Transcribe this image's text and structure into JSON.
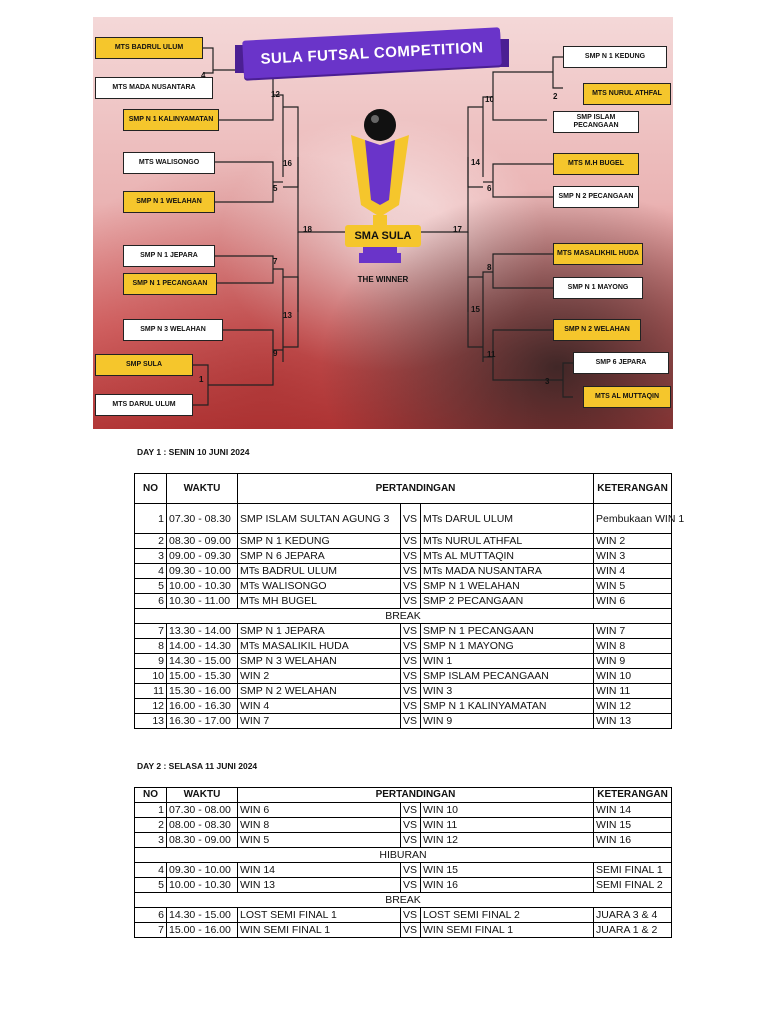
{
  "poster": {
    "banner": "SULA FUTSAL COMPETITION",
    "champion": "SMA SULA",
    "winner_caption": "THE WINNER",
    "left_teams": [
      "MTS BADRUL ULUM",
      "MTS MADA NUSANTARA",
      "SMP N 1 KALINYAMATAN",
      "MTS WALISONGO",
      "SMP N 1 WELAHAN",
      "SMP N 1 JEPARA",
      "SMP N 1 PECANGAAN",
      "SMP N 3 WELAHAN",
      "SMP SULA",
      "MTS DARUL ULUM"
    ],
    "right_teams": [
      "SMP N 1 KEDUNG",
      "MTS NURUL ATHFAL",
      "SMP ISLAM PECANGAAN",
      "MTS M.H BUGEL",
      "SMP N 2 PECANGAAN",
      "MTS MASALIKHIL HUDA",
      "SMP N 1 MAYONG",
      "SMP N 2 WELAHAN",
      "SMP 6 JEPARA",
      "MTS AL MUTTAQIN"
    ],
    "left_match_numbers": [
      "4",
      "12",
      "16",
      "5",
      "18",
      "7",
      "13",
      "9",
      "1"
    ],
    "right_match_numbers": [
      "10",
      "2",
      "14",
      "6",
      "17",
      "8",
      "15",
      "11",
      "3"
    ]
  },
  "day1": {
    "title": "DAY 1 : SENIN 10 JUNI 2024",
    "headers": {
      "no": "NO",
      "time": "WAKTU",
      "match": "PERTANDINGAN",
      "note": "KETERANGAN"
    },
    "rows": [
      {
        "no": "1",
        "time": "07.30 - 08.30",
        "home": "SMP ISLAM SULTAN AGUNG 3",
        "vs": "VS",
        "away": "MTs DARUL ULUM",
        "note": "Pembukaan WIN 1"
      },
      {
        "no": "2",
        "time": "08.30 - 09.00",
        "home": "SMP N 1 KEDUNG",
        "vs": "VS",
        "away": "MTs NURUL ATHFAL",
        "note": "WIN 2"
      },
      {
        "no": "3",
        "time": "09.00 - 09.30",
        "home": "SMP N 6 JEPARA",
        "vs": "VS",
        "away": "MTs AL MUTTAQIN",
        "note": "WIN 3"
      },
      {
        "no": "4",
        "time": "09.30 - 10.00",
        "home": "MTs BADRUL ULUM",
        "vs": "VS",
        "away": "MTs MADA NUSANTARA",
        "note": "WIN 4"
      },
      {
        "no": "5",
        "time": "10.00 - 10.30",
        "home": "MTs WALISONGO",
        "vs": "VS",
        "away": "SMP N 1 WELAHAN",
        "note": "WIN 5"
      },
      {
        "no": "6",
        "time": "10.30 - 11.00",
        "home": "MTs MH BUGEL",
        "vs": "VS",
        "away": "SMP 2 PECANGAAN",
        "note": "WIN 6"
      }
    ],
    "break_label": "BREAK",
    "rows2": [
      {
        "no": "7",
        "time": "13.30 - 14.00",
        "home": "SMP N 1 JEPARA",
        "vs": "VS",
        "away": "SMP N 1 PECANGAAN",
        "note": "WIN 7"
      },
      {
        "no": "8",
        "time": "14.00 - 14.30",
        "home": "MTs MASALIKIL HUDA",
        "vs": "VS",
        "away": "SMP N 1 MAYONG",
        "note": "WIN 8"
      },
      {
        "no": "9",
        "time": "14.30 - 15.00",
        "home": "SMP N 3 WELAHAN",
        "vs": "VS",
        "away": "WIN 1",
        "note": "WIN 9"
      },
      {
        "no": "10",
        "time": "15.00 - 15.30",
        "home": "WIN 2",
        "vs": "VS",
        "away": "SMP ISLAM PECANGAAN",
        "note": "WIN 10"
      },
      {
        "no": "11",
        "time": "15.30 - 16.00",
        "home": "SMP N 2 WELAHAN",
        "vs": "VS",
        "away": "WIN 3",
        "note": "WIN 11"
      },
      {
        "no": "12",
        "time": "16.00 - 16.30",
        "home": "WIN 4",
        "vs": "VS",
        "away": "SMP N 1 KALINYAMATAN",
        "note": "WIN 12"
      },
      {
        "no": "13",
        "time": "16.30 - 17.00",
        "home": "WIN 7",
        "vs": "VS",
        "away": "WIN 9",
        "note": "WIN 13"
      }
    ]
  },
  "day2": {
    "title": "DAY 2 : SELASA 11 JUNI 2024",
    "headers": {
      "no": "NO",
      "time": "WAKTU",
      "match": "PERTANDINGAN",
      "note": "KETERANGAN"
    },
    "rows": [
      {
        "no": "1",
        "time": "07.30 - 08.00",
        "home": "WIN 6",
        "vs": "VS",
        "away": "WIN 10",
        "note": "WIN 14"
      },
      {
        "no": "2",
        "time": "08.00 - 08.30",
        "home": "WIN 8",
        "vs": "VS",
        "away": "WIN 11",
        "note": "WIN 15"
      },
      {
        "no": "3",
        "time": "08.30 - 09.00",
        "home": "WIN 5",
        "vs": "VS",
        "away": "WIN 12",
        "note": "WIN 16"
      }
    ],
    "interlude_label": "HIBURAN",
    "rows2": [
      {
        "no": "4",
        "time": "09.30 - 10.00",
        "home": "WIN 14",
        "vs": "VS",
        "away": "WIN 15",
        "note": "SEMI FINAL 1"
      },
      {
        "no": "5",
        "time": "10.00 - 10.30",
        "home": "WIN 13",
        "vs": "VS",
        "away": "WIN 16",
        "note": "SEMI FINAL 2"
      }
    ],
    "break_label": "BREAK",
    "rows3": [
      {
        "no": "6",
        "time": "14.30 - 15.00",
        "home": "LOST SEMI FINAL 1",
        "vs": "VS",
        "away": "LOST SEMI FINAL 2",
        "note": "JUARA 3 & 4"
      },
      {
        "no": "7",
        "time": "15.00 - 16.00",
        "home": "WIN SEMI FINAL 1",
        "vs": "VS",
        "away": "WIN SEMI FINAL 1",
        "note": "JUARA 1 & 2"
      }
    ]
  }
}
